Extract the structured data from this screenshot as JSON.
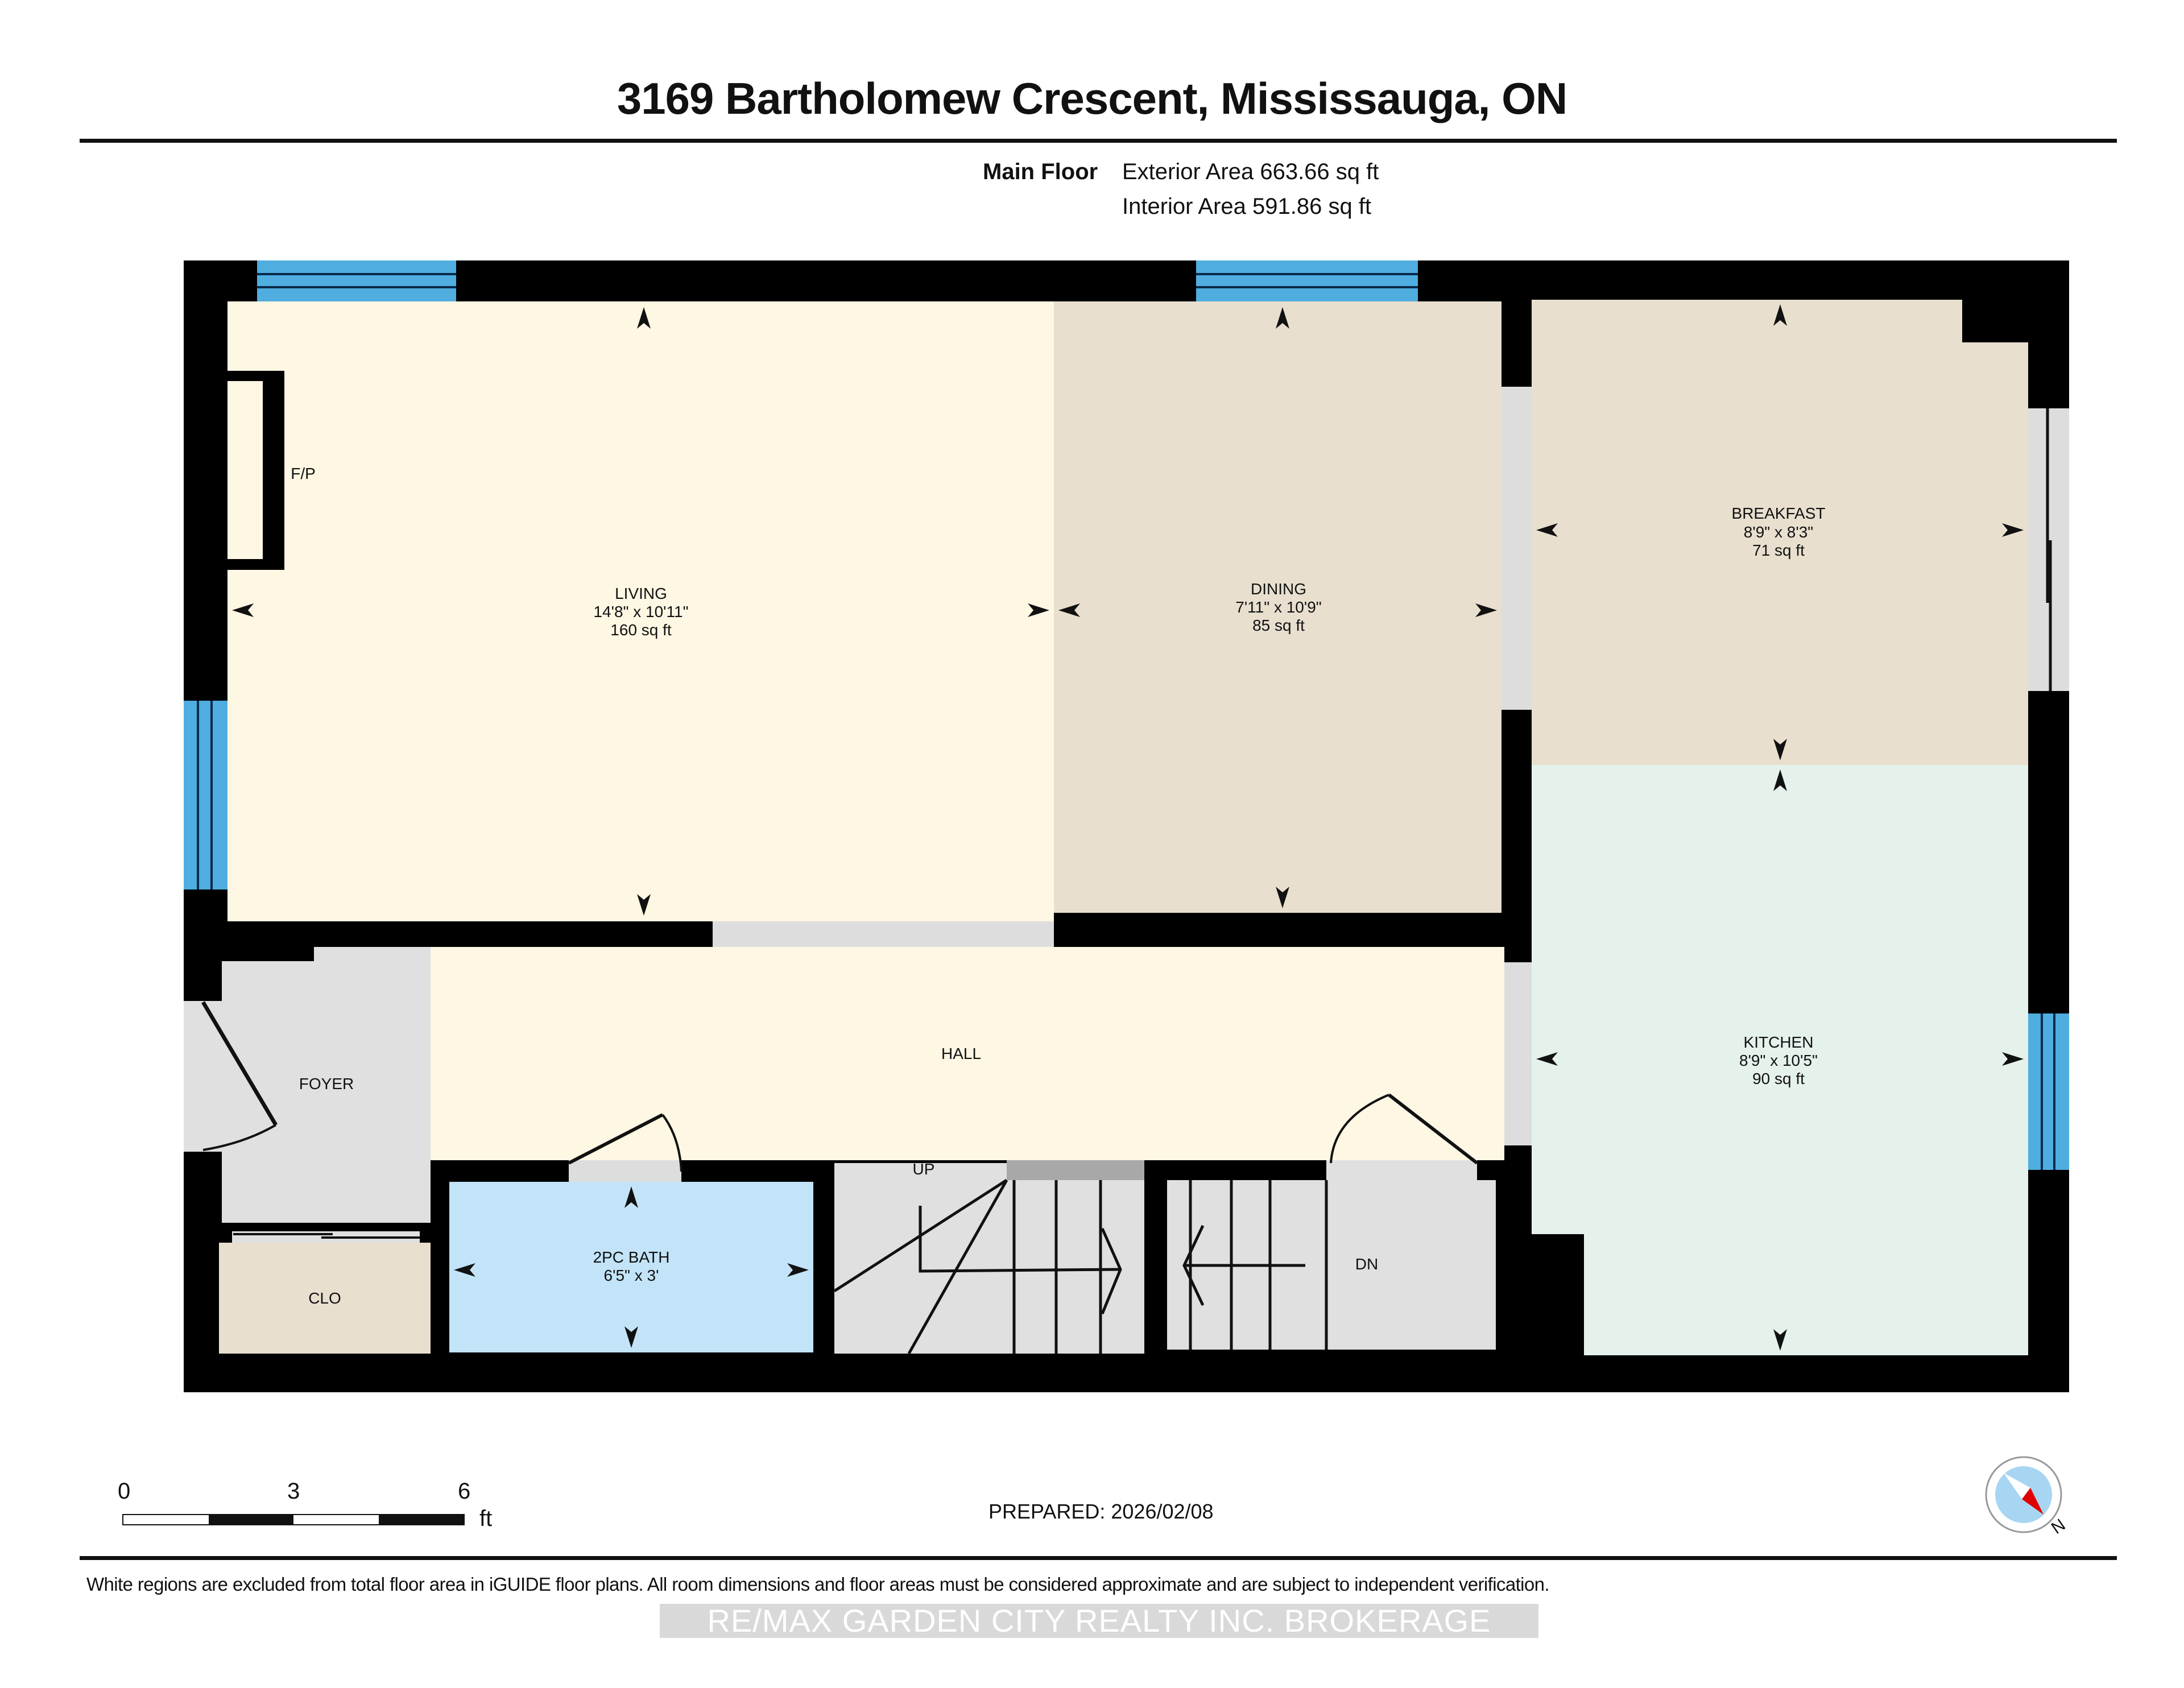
{
  "header": {
    "title": "3169 Bartholomew Crescent, Mississauga, ON",
    "floor_name": "Main Floor",
    "exterior_area": "Exterior Area 663.66 sq ft",
    "interior_area": "Interior Area 591.86 sq ft"
  },
  "rooms": {
    "living": {
      "name": "LIVING",
      "dims": "14'8\" x 10'11\"",
      "area": "160 sq ft",
      "color": "#fdf7e3"
    },
    "dining": {
      "name": "DINING",
      "dims": "7'11\" x 10'9\"",
      "area": "85 sq ft",
      "color": "#e8dfcf"
    },
    "breakfast": {
      "name": "BREAKFAST",
      "dims": "8'9\" x 8'3\"",
      "area": "71 sq ft",
      "color": "#e8dfcf"
    },
    "kitchen": {
      "name": "KITCHEN",
      "dims": "8'9\" x 10'5\"",
      "area": "90 sq ft",
      "color": "#e5f2ec"
    },
    "hall": {
      "name": "HALL",
      "color": "#fdf7e3"
    },
    "foyer": {
      "name": "FOYER",
      "color": "#e0e0e0"
    },
    "closet": {
      "name": "CLO",
      "color": "#e8dfcf"
    },
    "bath": {
      "name": "2PC BATH",
      "dims": "6'5\" x 3'",
      "color": "#c3e4f8"
    },
    "fireplace": {
      "name": "F/P"
    },
    "stairs_up": {
      "name": "UP"
    },
    "stairs_down": {
      "name": "DN"
    }
  },
  "colors": {
    "wall": "#000000",
    "window": "#4fade0",
    "opening": "#dddddd",
    "unincluded": "#e0e0e0"
  },
  "scale_bar": {
    "ticks": [
      "0",
      "3",
      "6"
    ],
    "unit": "ft"
  },
  "compass": {
    "label": "N"
  },
  "footer": {
    "prepared": "PREPARED: 2026/02/08",
    "disclaimer": "White regions are excluded from total floor area in iGUIDE floor plans. All room dimensions and floor areas must be considered approximate and are subject to independent verification.",
    "watermark": "RE/MAX GARDEN CITY REALTY INC. BROKERAGE"
  }
}
